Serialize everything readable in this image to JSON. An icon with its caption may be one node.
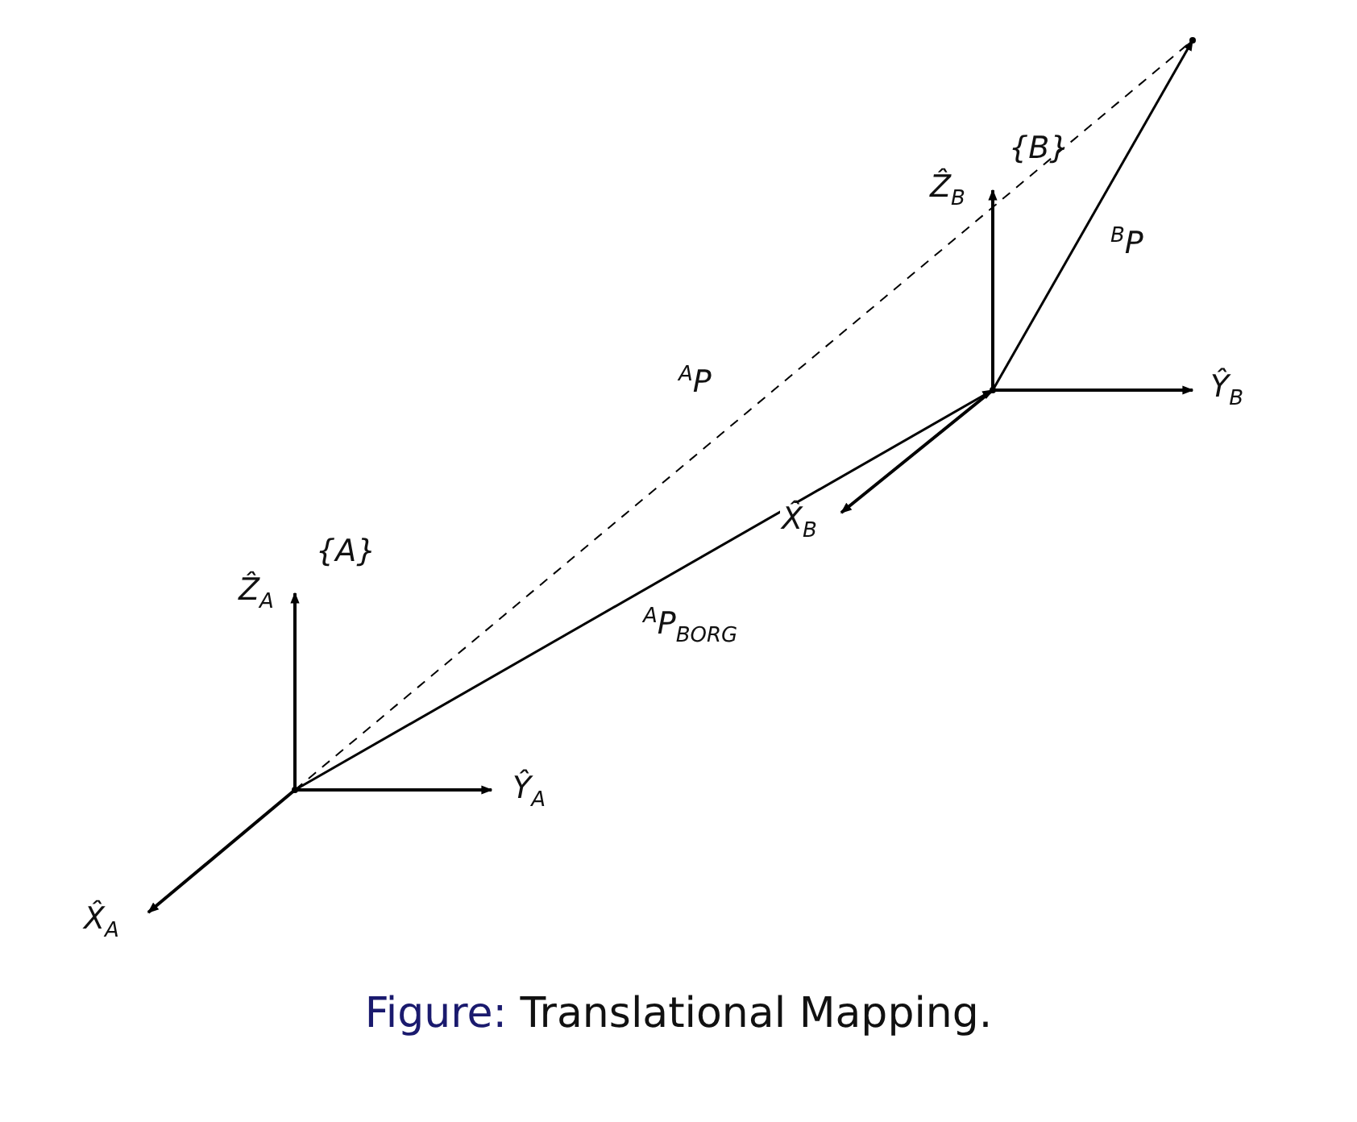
{
  "diagram": {
    "caption": "Figure: Translational Mapping.",
    "nodes": [
      {
        "text": [],
        "shape": "point"
      },
      {
        "text": [],
        "shape": "point"
      },
      {
        "text": [],
        "shape": "point"
      }
    ],
    "edges": [
      {
        "from": 0,
        "to": 1,
        "arrow": "to",
        "label": "$^{A}$P$_{BORG}$"
      },
      {
        "from": 0,
        "to": 2,
        "arrow": "none",
        "style": "dashed",
        "label": "$^{A}$P"
      },
      {
        "from": 1,
        "to": 2,
        "arrow": "to",
        "label": "$^{B}$P"
      }
    ],
    "labels": [
      "{B}",
      "Ẑ$_{B}$",
      "Ŷ$_{B}$",
      "X̂$_{B}$",
      "{A}",
      "Ẑ$_{A}$",
      "Ŷ$_{A}$",
      "X̂$_{A}$"
    ]
  }
}
